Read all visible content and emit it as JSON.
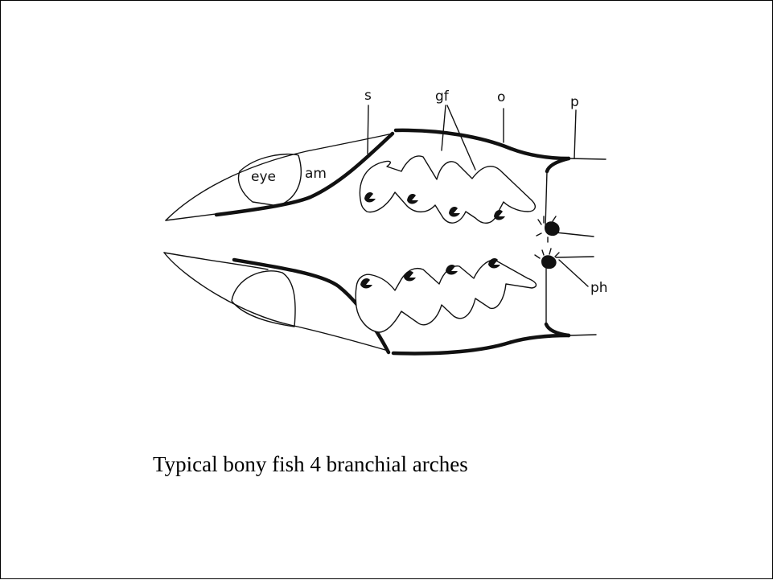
{
  "labels": {
    "s": "s",
    "gf": "gf",
    "o": "o",
    "p": "p",
    "eye": "eye",
    "am": "am",
    "ph": "ph"
  },
  "caption": "Typical bony fish 4 branchial arches"
}
